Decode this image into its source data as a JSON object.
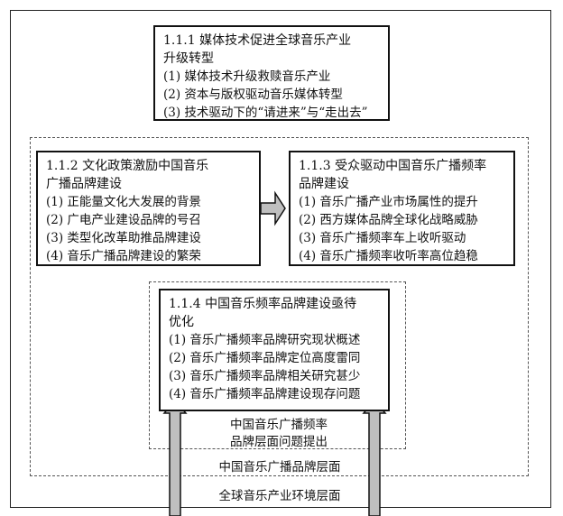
{
  "boxes": {
    "b1": {
      "title_line1": "1.1.1 媒体技术促进全球音乐产业",
      "title_line2": "升级转型",
      "items": [
        "(1) 媒体技术升级救赎音乐产业",
        "(2) 资本与版权驱动音乐媒体转型",
        "(3) 技术驱动下的“请进来”与“走出去”"
      ]
    },
    "b2": {
      "title_line1": "1.1.2 文化政策激励中国音乐",
      "title_line2": "广播品牌建设",
      "items": [
        "(1) 正能量文化大发展的背景",
        "(2) 广电产业建设品牌的号召",
        "(3) 类型化改革助推品牌建设",
        "(4) 音乐广播品牌建设的繁荣"
      ]
    },
    "b3": {
      "title_line1": "1.1.3 受众驱动中国音乐广播频率",
      "title_line2": "品牌建设",
      "items": [
        "(1) 音乐广播产业市场属性的提升",
        "(2) 西方媒体品牌全球化战略威胁",
        "(3) 音乐广播频率车上收听驱动",
        "(4) 音乐广播频率收听率高位趋稳"
      ]
    },
    "b4": {
      "title_line1": "1.1.4 中国音乐频率品牌建设亟待",
      "title_line2": "优化",
      "items": [
        "(1) 音乐广播频率品牌研究现状概述",
        "(2) 音乐广播频率品牌定位高度雷同",
        "(3) 音乐广播频率品牌相关研究甚少",
        "(4) 音乐广播频率品牌建设现存问题"
      ]
    }
  },
  "labels": {
    "brand_problem_line1": "中国音乐广播频率",
    "brand_problem_line2": "品牌层面问题提出",
    "brand_layer": "中国音乐广播品牌层面",
    "env_layer": "全球音乐产业环境层面"
  }
}
